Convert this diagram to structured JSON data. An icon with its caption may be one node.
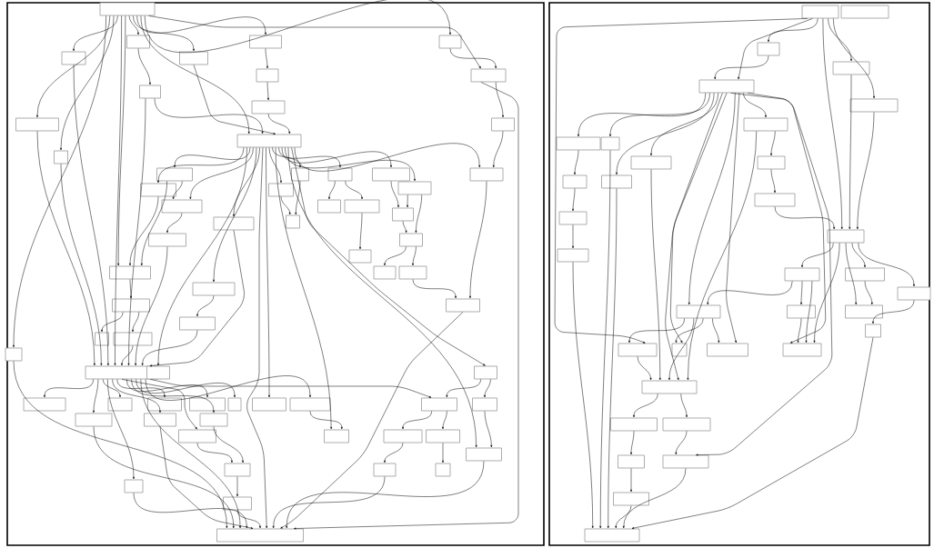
{
  "diagram": {
    "nodes": [
      {
        "text": [],
        "shape": "box"
      },
      {
        "text": [],
        "shape": "box"
      },
      {
        "text": [],
        "shape": "box"
      },
      {
        "text": [],
        "shape": "box"
      },
      {
        "text": [],
        "shape": "box"
      },
      {
        "text": [],
        "shape": "box"
      },
      {
        "text": [],
        "shape": "box"
      },
      {
        "text": [],
        "shape": "box"
      },
      {
        "text": [],
        "shape": "box"
      },
      {
        "text": [],
        "shape": "box"
      },
      {
        "text": [],
        "shape": "box"
      },
      {
        "text": [],
        "shape": "box"
      },
      {
        "text": [],
        "shape": "box"
      },
      {
        "text": [],
        "shape": "box"
      },
      {
        "text": [],
        "shape": "box"
      },
      {
        "text": [],
        "shape": "box"
      },
      {
        "text": [],
        "shape": "box"
      },
      {
        "text": [],
        "shape": "box"
      },
      {
        "text": [],
        "shape": "box"
      },
      {
        "text": [],
        "shape": "box"
      },
      {
        "text": [],
        "shape": "box"
      },
      {
        "text": [],
        "shape": "box"
      },
      {
        "text": [],
        "shape": "box"
      },
      {
        "text": [],
        "shape": "box"
      },
      {
        "text": [],
        "shape": "box"
      },
      {
        "text": [],
        "shape": "box"
      },
      {
        "text": [],
        "shape": "box"
      },
      {
        "text": [],
        "shape": "box"
      },
      {
        "text": [],
        "shape": "box"
      },
      {
        "text": [],
        "shape": "box"
      },
      {
        "text": [],
        "shape": "box"
      },
      {
        "text": [],
        "shape": "box"
      },
      {
        "text": [],
        "shape": "box"
      },
      {
        "text": [],
        "shape": "box"
      },
      {
        "text": [],
        "shape": "box"
      },
      {
        "text": [],
        "shape": "box"
      },
      {
        "text": [],
        "shape": "box"
      },
      {
        "text": [],
        "shape": "box"
      },
      {
        "text": [],
        "shape": "box"
      },
      {
        "text": [],
        "shape": "box"
      },
      {
        "text": [],
        "shape": "box"
      },
      {
        "text": [],
        "shape": "box"
      },
      {
        "text": [],
        "shape": "box"
      },
      {
        "text": [],
        "shape": "box"
      },
      {
        "text": [],
        "shape": "box"
      },
      {
        "text": [],
        "shape": "box"
      },
      {
        "text": [],
        "shape": "box"
      },
      {
        "text": [],
        "shape": "box"
      },
      {
        "text": [],
        "shape": "box"
      },
      {
        "text": [],
        "shape": "box"
      },
      {
        "text": [],
        "shape": "box"
      },
      {
        "text": [],
        "shape": "box"
      },
      {
        "text": [],
        "shape": "box"
      },
      {
        "text": [],
        "shape": "box"
      },
      {
        "text": [],
        "shape": "box"
      },
      {
        "text": [],
        "shape": "box"
      },
      {
        "text": [],
        "shape": "box"
      },
      {
        "text": [],
        "shape": "box"
      },
      {
        "text": [],
        "shape": "box"
      },
      {
        "text": [],
        "shape": "box"
      },
      {
        "text": [],
        "shape": "box"
      },
      {
        "text": [],
        "shape": "box"
      },
      {
        "text": [],
        "shape": "box"
      },
      {
        "text": [],
        "shape": "box"
      },
      {
        "text": [],
        "shape": "box"
      },
      {
        "text": [],
        "shape": "box"
      },
      {
        "text": [],
        "shape": "box"
      },
      {
        "text": [],
        "shape": "box"
      },
      {
        "text": [],
        "shape": "box"
      },
      {
        "text": [],
        "shape": "box"
      },
      {
        "text": [],
        "shape": "box"
      },
      {
        "text": [],
        "shape": "box"
      },
      {
        "text": [],
        "shape": "box"
      },
      {
        "text": [],
        "shape": "box"
      },
      {
        "text": [],
        "shape": "box"
      },
      {
        "text": [],
        "shape": "box"
      },
      {
        "text": [],
        "shape": "box"
      },
      {
        "text": [],
        "shape": "box"
      },
      {
        "text": [],
        "shape": "box"
      },
      {
        "text": [],
        "shape": "box"
      },
      {
        "text": [],
        "shape": "box"
      },
      {
        "text": [],
        "shape": "box"
      },
      {
        "text": [],
        "shape": "box"
      },
      {
        "text": [],
        "shape": "box"
      },
      {
        "text": [],
        "shape": "box"
      },
      {
        "text": [],
        "shape": "box"
      },
      {
        "text": [],
        "shape": "box"
      },
      {
        "text": [],
        "shape": "box"
      },
      {
        "text": [],
        "shape": "box"
      },
      {
        "text": [],
        "shape": "box"
      },
      {
        "text": [],
        "shape": "box"
      },
      {
        "text": [],
        "shape": "box"
      },
      {
        "text": [],
        "shape": "box"
      },
      {
        "text": [],
        "shape": "box"
      },
      {
        "text": [],
        "shape": "box"
      },
      {
        "text": [],
        "shape": "box"
      },
      {
        "text": [],
        "shape": "box"
      },
      {
        "text": [],
        "shape": "box"
      },
      {
        "text": [],
        "shape": "box"
      },
      {
        "text": [],
        "shape": "box"
      },
      {
        "text": [],
        "shape": "box"
      },
      {
        "text": [],
        "shape": "box"
      }
    ],
    "edges": [
      {
        "from": 0,
        "to": 1,
        "arrow": "to"
      },
      {
        "from": 0,
        "to": 2,
        "arrow": "to"
      },
      {
        "from": 0,
        "to": 3,
        "arrow": "to"
      },
      {
        "from": 0,
        "to": 4,
        "arrow": "to"
      },
      {
        "from": 0,
        "to": 7,
        "arrow": "to"
      },
      {
        "from": 0,
        "to": 8,
        "arrow": "to"
      },
      {
        "from": 0,
        "to": 11,
        "arrow": "to"
      },
      {
        "from": 0,
        "to": 12,
        "arrow": "to"
      },
      {
        "from": 0,
        "to": 40,
        "arrow": "to"
      },
      {
        "from": 0,
        "to": 10,
        "arrow": "to"
      },
      {
        "from": 0,
        "to": 41,
        "arrow": "to"
      },
      {
        "from": 0,
        "to": 34,
        "arrow": "to"
      },
      {
        "from": 1,
        "to": 5,
        "arrow": "to"
      },
      {
        "from": 4,
        "to": 6,
        "arrow": "to"
      },
      {
        "from": 6,
        "to": 9,
        "arrow": "to"
      },
      {
        "from": 9,
        "to": 10,
        "arrow": "to"
      },
      {
        "from": 11,
        "to": 12,
        "arrow": "to"
      },
      {
        "from": 12,
        "to": 13,
        "arrow": "to"
      },
      {
        "from": 13,
        "to": 14,
        "arrow": "to"
      },
      {
        "from": 12,
        "to": 57,
        "arrow": "to"
      },
      {
        "from": 5,
        "to": 10,
        "arrow": "to"
      },
      {
        "from": 3,
        "to": 10,
        "arrow": "to"
      },
      {
        "from": 5,
        "to": 41,
        "arrow": "to"
      },
      {
        "from": 2,
        "to": 41,
        "arrow": "to"
      },
      {
        "from": 7,
        "to": 41,
        "arrow": "to"
      },
      {
        "from": 8,
        "to": 41,
        "arrow": "to"
      },
      {
        "from": 10,
        "to": 29,
        "arrow": "to"
      },
      {
        "from": 10,
        "to": 30,
        "arrow": "to"
      },
      {
        "from": 10,
        "to": 31,
        "arrow": "to"
      },
      {
        "from": 10,
        "to": 32,
        "arrow": "to"
      },
      {
        "from": 10,
        "to": 15,
        "arrow": "to"
      },
      {
        "from": 10,
        "to": 16,
        "arrow": "to"
      },
      {
        "from": 10,
        "to": 18,
        "arrow": "to"
      },
      {
        "from": 10,
        "to": 21,
        "arrow": "to"
      },
      {
        "from": 10,
        "to": 22,
        "arrow": "to"
      },
      {
        "from": 10,
        "to": 14,
        "arrow": "to"
      },
      {
        "from": 10,
        "to": 48,
        "arrow": "to"
      },
      {
        "from": 10,
        "to": 60,
        "arrow": "to"
      },
      {
        "from": 10,
        "to": 58,
        "arrow": "to"
      },
      {
        "from": 10,
        "to": 64,
        "arrow": "to"
      },
      {
        "from": 10,
        "to": 35,
        "arrow": "to"
      },
      {
        "from": 10,
        "to": 42,
        "arrow": "to"
      },
      {
        "from": 10,
        "to": 57,
        "arrow": "to"
      },
      {
        "from": 15,
        "to": 17,
        "arrow": "to"
      },
      {
        "from": 16,
        "to": 17,
        "arrow": "to"
      },
      {
        "from": 18,
        "to": 19,
        "arrow": "to"
      },
      {
        "from": 18,
        "to": 20,
        "arrow": "to"
      },
      {
        "from": 21,
        "to": 23,
        "arrow": "to"
      },
      {
        "from": 22,
        "to": 23,
        "arrow": "to"
      },
      {
        "from": 23,
        "to": 24,
        "arrow": "to"
      },
      {
        "from": 22,
        "to": 24,
        "arrow": "to"
      },
      {
        "from": 24,
        "to": 26,
        "arrow": "to"
      },
      {
        "from": 24,
        "to": 27,
        "arrow": "to"
      },
      {
        "from": 20,
        "to": 25,
        "arrow": "to"
      },
      {
        "from": 27,
        "to": 28,
        "arrow": "to"
      },
      {
        "from": 14,
        "to": 28,
        "arrow": "to"
      },
      {
        "from": 28,
        "to": 57,
        "arrow": "to"
      },
      {
        "from": 29,
        "to": 31,
        "arrow": "to"
      },
      {
        "from": 31,
        "to": 33,
        "arrow": "to"
      },
      {
        "from": 30,
        "to": 34,
        "arrow": "to"
      },
      {
        "from": 33,
        "to": 41,
        "arrow": "to"
      },
      {
        "from": 34,
        "to": 36,
        "arrow": "to"
      },
      {
        "from": 36,
        "to": 38,
        "arrow": "to"
      },
      {
        "from": 36,
        "to": 39,
        "arrow": "to"
      },
      {
        "from": 39,
        "to": 41,
        "arrow": "to"
      },
      {
        "from": 32,
        "to": 41,
        "arrow": "to"
      },
      {
        "from": 35,
        "to": 37,
        "arrow": "to"
      },
      {
        "from": 37,
        "to": 41,
        "arrow": "to"
      },
      {
        "from": 29,
        "to": 34,
        "arrow": "to"
      },
      {
        "from": 40,
        "to": 57,
        "arrow": "to"
      },
      {
        "from": 41,
        "to": 43,
        "arrow": "to"
      },
      {
        "from": 41,
        "to": 44,
        "arrow": "to"
      },
      {
        "from": 41,
        "to": 45,
        "arrow": "to"
      },
      {
        "from": 41,
        "to": 50,
        "arrow": "to"
      },
      {
        "from": 41,
        "to": 51,
        "arrow": "to"
      },
      {
        "from": 41,
        "to": 49,
        "arrow": "to"
      },
      {
        "from": 41,
        "to": 59,
        "arrow": "to"
      },
      {
        "from": 41,
        "to": 53,
        "arrow": "to"
      },
      {
        "from": 41,
        "to": 55,
        "arrow": "to"
      },
      {
        "from": 41,
        "to": 46,
        "arrow": "to"
      },
      {
        "from": 41,
        "to": 47,
        "arrow": "to"
      },
      {
        "from": 41,
        "to": 52,
        "arrow": "to"
      },
      {
        "from": 41,
        "to": 57,
        "arrow": "to"
      },
      {
        "from": 52,
        "to": 54,
        "arrow": "to"
      },
      {
        "from": 53,
        "to": 54,
        "arrow": "to"
      },
      {
        "from": 54,
        "to": 56,
        "arrow": "to"
      },
      {
        "from": 56,
        "to": 57,
        "arrow": "to"
      },
      {
        "from": 49,
        "to": 58,
        "arrow": "to"
      },
      {
        "from": 59,
        "to": 62,
        "arrow": "to"
      },
      {
        "from": 59,
        "to": 63,
        "arrow": "to"
      },
      {
        "from": 60,
        "to": 59,
        "arrow": "to"
      },
      {
        "from": 60,
        "to": 61,
        "arrow": "to"
      },
      {
        "from": 61,
        "to": 64,
        "arrow": "to"
      },
      {
        "from": 63,
        "to": 66,
        "arrow": "to"
      },
      {
        "from": 62,
        "to": 65,
        "arrow": "to"
      },
      {
        "from": 65,
        "to": 57,
        "arrow": "to"
      },
      {
        "from": 64,
        "to": 57,
        "arrow": "to"
      },
      {
        "from": 51,
        "to": 57,
        "arrow": "to"
      },
      {
        "from": 50,
        "to": 57,
        "arrow": "to"
      },
      {
        "from": 55,
        "to": 57,
        "arrow": "to"
      },
      {
        "from": 67,
        "to": 69,
        "arrow": "to"
      },
      {
        "from": 69,
        "to": 70,
        "arrow": "to"
      },
      {
        "from": 67,
        "to": 70,
        "arrow": "to"
      },
      {
        "from": 67,
        "to": 71,
        "arrow": "to"
      },
      {
        "from": 67,
        "to": 72,
        "arrow": "to"
      },
      {
        "from": 67,
        "to": 83,
        "arrow": "to"
      },
      {
        "from": 67,
        "to": 91,
        "arrow": "to"
      },
      {
        "from": 71,
        "to": 83,
        "arrow": "to"
      },
      {
        "from": 72,
        "to": 83,
        "arrow": "to"
      },
      {
        "from": 70,
        "to": 73,
        "arrow": "to"
      },
      {
        "from": 70,
        "to": 74,
        "arrow": "to"
      },
      {
        "from": 70,
        "to": 78,
        "arrow": "to"
      },
      {
        "from": 70,
        "to": 75,
        "arrow": "to"
      },
      {
        "from": 70,
        "to": 76,
        "arrow": "to"
      },
      {
        "from": 70,
        "to": 87,
        "arrow": "to"
      },
      {
        "from": 70,
        "to": 92,
        "arrow": "to"
      },
      {
        "from": 70,
        "to": 93,
        "arrow": "to"
      },
      {
        "from": 70,
        "to": 95,
        "arrow": "to"
      },
      {
        "from": 70,
        "to": 99,
        "arrow": "to"
      },
      {
        "from": 70,
        "to": 94,
        "arrow": "to"
      },
      {
        "from": 73,
        "to": 77,
        "arrow": "to"
      },
      {
        "from": 77,
        "to": 80,
        "arrow": "to"
      },
      {
        "from": 80,
        "to": 82,
        "arrow": "to"
      },
      {
        "from": 82,
        "to": 101,
        "arrow": "to"
      },
      {
        "from": 74,
        "to": 101,
        "arrow": "to"
      },
      {
        "from": 78,
        "to": 101,
        "arrow": "to"
      },
      {
        "from": 75,
        "to": 95,
        "arrow": "to"
      },
      {
        "from": 76,
        "to": 79,
        "arrow": "to"
      },
      {
        "from": 79,
        "to": 81,
        "arrow": "to"
      },
      {
        "from": 76,
        "to": 95,
        "arrow": "to"
      },
      {
        "from": 81,
        "to": 83,
        "arrow": "to"
      },
      {
        "from": 83,
        "to": 84,
        "arrow": "to"
      },
      {
        "from": 83,
        "to": 85,
        "arrow": "to"
      },
      {
        "from": 83,
        "to": 86,
        "arrow": "to"
      },
      {
        "from": 83,
        "to": 94,
        "arrow": "to"
      },
      {
        "from": 83,
        "to": 89,
        "arrow": "to"
      },
      {
        "from": 84,
        "to": 88,
        "arrow": "to"
      },
      {
        "from": 88,
        "to": 94,
        "arrow": "to"
      },
      {
        "from": 84,
        "to": 94,
        "arrow": "to"
      },
      {
        "from": 85,
        "to": 89,
        "arrow": "to"
      },
      {
        "from": 86,
        "to": 90,
        "arrow": "to"
      },
      {
        "from": 90,
        "to": 101,
        "arrow": "to"
      },
      {
        "from": 84,
        "to": 87,
        "arrow": "to"
      },
      {
        "from": 87,
        "to": 91,
        "arrow": "to"
      },
      {
        "from": 87,
        "to": 92,
        "arrow": "to"
      },
      {
        "from": 87,
        "to": 93,
        "arrow": "to"
      },
      {
        "from": 87,
        "to": 95,
        "arrow": "to"
      },
      {
        "from": 91,
        "to": 95,
        "arrow": "to"
      },
      {
        "from": 95,
        "to": 96,
        "arrow": "to"
      },
      {
        "from": 95,
        "to": 97,
        "arrow": "to"
      },
      {
        "from": 96,
        "to": 98,
        "arrow": "to"
      },
      {
        "from": 98,
        "to": 100,
        "arrow": "to"
      },
      {
        "from": 100,
        "to": 101,
        "arrow": "to"
      },
      {
        "from": 97,
        "to": 99,
        "arrow": "to"
      },
      {
        "from": 99,
        "to": 101,
        "arrow": "to"
      }
    ]
  }
}
